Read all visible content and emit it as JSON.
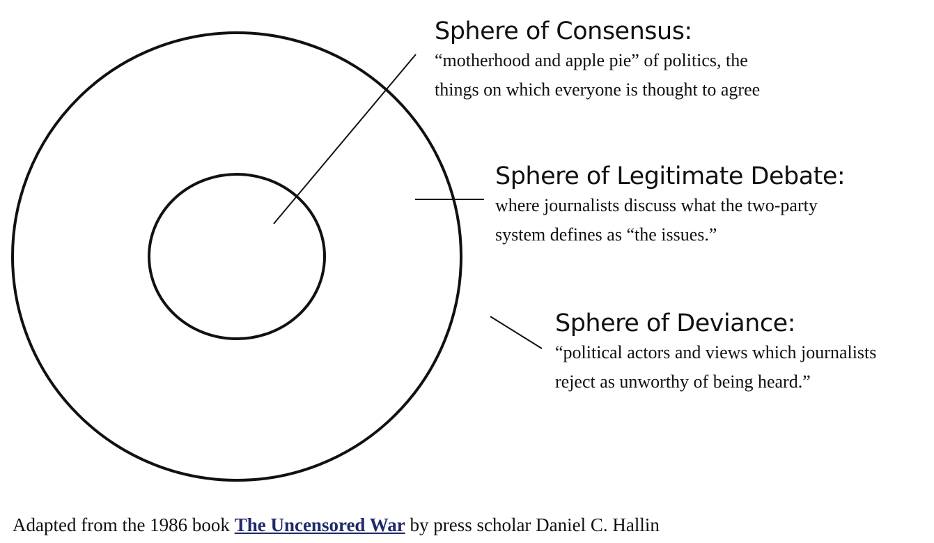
{
  "spheres": {
    "consensus": {
      "title": "Sphere of Consensus:",
      "line1": "“motherhood and apple pie” of politics, the",
      "line2": "things on which everyone is thought to agree"
    },
    "debate": {
      "title": "Sphere of Legitimate Debate:",
      "line1": "where journalists discuss what the two-party",
      "line2": "system defines as “the issues.”"
    },
    "deviance": {
      "title": "Sphere of Deviance:",
      "line1": "“political actors and views which journalists",
      "line2": "reject as unworthy of being heard.”"
    }
  },
  "caption": {
    "prefix": "Adapted from the 1986 book ",
    "book_title": "The Uncensored War",
    "suffix": " by press scholar Daniel C. Hallin"
  },
  "colors": {
    "stroke": "#111111",
    "link": "#1f2a6b"
  }
}
